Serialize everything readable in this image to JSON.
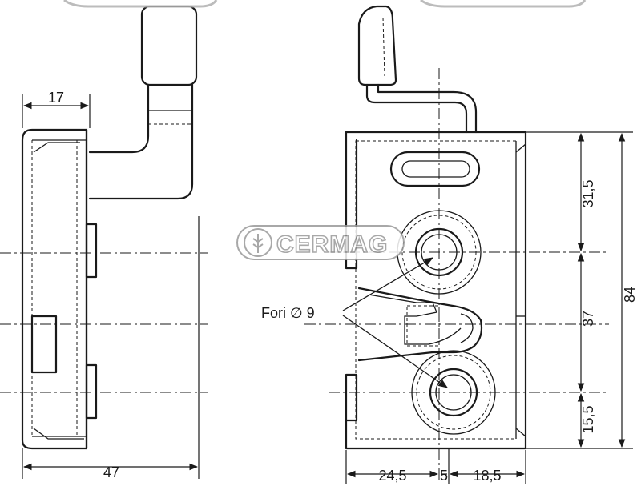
{
  "watermark": {
    "brand": "CERMAG"
  },
  "dimensions": {
    "side_view_width_top": "17",
    "side_view_width_bottom": "47",
    "bottom_left": "24,5",
    "bottom_mid": "5",
    "bottom_right": "18,5",
    "right_top": "31,5",
    "right_mid": "37",
    "right_bottom": "15,5",
    "right_total": "84"
  },
  "callout": {
    "label": "Fori ∅ 9"
  }
}
